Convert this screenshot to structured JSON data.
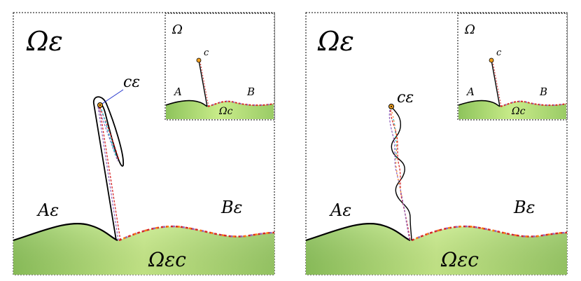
{
  "panels": [
    {
      "domain_label": "Ωε",
      "domain_sub": "ε",
      "complement_label": "Ωεc",
      "set_a_label": "Aε",
      "set_b_label": "Bε",
      "point_label": "cε",
      "inset": {
        "domain_label": "Ω",
        "point_label": "c",
        "set_a_label": "A",
        "set_b_label": "B",
        "complement_label": "Ωc"
      }
    },
    {
      "domain_label": "Ωε",
      "domain_sub": "ε",
      "complement_label": "Ωεc",
      "set_a_label": "Aε",
      "set_b_label": "Bε",
      "point_label": "cε",
      "inset": {
        "domain_label": "Ω",
        "point_label": "c",
        "set_a_label": "A",
        "set_b_label": "B",
        "complement_label": "Ωc"
      }
    }
  ],
  "colors": {
    "ground_light": "#c9ec8a",
    "ground_dark": "#8ec45c",
    "curve": "#000000",
    "marker_fill": "#f0a020",
    "pointer_line": "#2233cc",
    "dash_colors": [
      "#d62728",
      "#9467bd",
      "#2ca02c",
      "#ff7f0e",
      "#17becf",
      "#8c564b"
    ]
  }
}
